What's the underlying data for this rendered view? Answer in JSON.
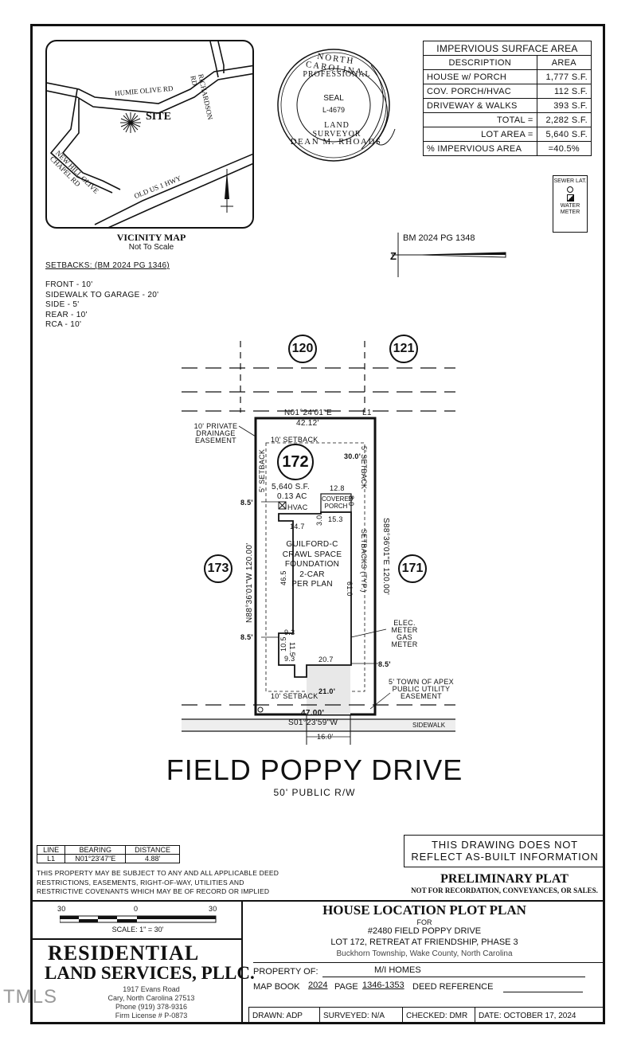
{
  "vicinity_map": {
    "roads": [
      "HUMIE OLIVE RD",
      "RICHARDSON RD",
      "NEW HILL OLIVE CHAPEL RD",
      "OLD US 1 HWY"
    ],
    "site_label": "SITE",
    "title": "VICINITY MAP",
    "subtitle": "Not To Scale"
  },
  "seal": {
    "state": "NORTH CAROLINA",
    "title": "PROFESSIONAL",
    "seal": "SEAL",
    "number": "L-4679",
    "profession": "LAND SURVEYOR",
    "name": "DEAN M. RHOADS"
  },
  "impervious": {
    "title": "IMPERVIOUS SURFACE AREA",
    "col_desc": "DESCRIPTION",
    "col_area": "AREA",
    "rows": [
      {
        "desc": "HOUSE w/ PORCH",
        "area": "1,777 S.F."
      },
      {
        "desc": "COV. PORCH/HVAC",
        "area": "112 S.F."
      },
      {
        "desc": "DRIVEWAY & WALKS",
        "area": "393 S.F."
      }
    ],
    "total_label": "TOTAL =",
    "total_value": "2,282 S.F.",
    "lot_label": "LOT AREA =",
    "lot_value": "5,640 S.F.",
    "pct_label": "% IMPERVIOUS AREA",
    "pct_value": "=40.5%"
  },
  "legend": {
    "sewer": "SEWER LAT.",
    "water": "WATER METER"
  },
  "bm_ref": "BM 2024 PG 1348",
  "setbacks": {
    "title": "SETBACKS: (BM 2024 PG 1346)",
    "items": [
      "FRONT - 10'",
      "SIDEWALK TO GARAGE - 20'",
      "SIDE - 5'",
      "REAR - 10'",
      "RCA - 10'"
    ]
  },
  "plot": {
    "lot_120": "120",
    "lot_121": "121",
    "lot_173": "173",
    "lot_171": "171",
    "lot_172": "172",
    "lot_area_sf": "5,640 S.F.",
    "lot_area_ac": "0.13 AC",
    "rear_bearing": "N01°24'01\"E",
    "rear_dist": "42.12'",
    "l1": "L1",
    "drainage": "10' PRIVATE DRAINAGE EASEMENT",
    "rear_setback": "10' SETBACK",
    "front_setback": "10' SETBACK",
    "side_setback_left": "5' SETBACK",
    "side_setback_right": "5' SETBACK",
    "setbacks_typ": "SETBACKS (TYP.)",
    "left_bearing": "N88°36'01\"W 120.00'",
    "right_bearing": "S88°36'01\"E 120.00'",
    "dim_30": "30.0'",
    "dim_85a": "8.5'",
    "dim_85b": "8.5'",
    "dim_85c": "8.5'",
    "dim_128": "12.8",
    "dim_80": "8.0",
    "dim_147": "14.7",
    "dim_30b": "3.0",
    "dim_153": "15.3",
    "dim_465": "46.5",
    "dim_610": "61.0",
    "dim_93a": "9.3",
    "dim_93b": "9.3",
    "dim_105": "10.5",
    "dim_115": "11.5",
    "dim_207": "20.7",
    "dim_210": "21.0'",
    "hvac": "HVAC",
    "covered_porch": "COVERED PORCH",
    "house": [
      "GUILFORD-C",
      "CRAWL SPACE",
      "FOUNDATION",
      "2-CAR",
      "PER PLAN"
    ],
    "elec": [
      "ELEC.",
      "METER",
      "GAS",
      "METER"
    ],
    "utility_easement": "5' TOWN OF APEX PUBLIC UTILITY EASEMENT",
    "front_dist": "47.00'",
    "front_bearing": "S01°23'59\"W",
    "sidewalk": "SIDEWALK",
    "drive_width": "16.0'"
  },
  "street": {
    "name": "FIELD POPPY DRIVE",
    "row": "50' PUBLIC R/W"
  },
  "line_table": {
    "headers": [
      "LINE",
      "BEARING",
      "DISTANCE"
    ],
    "row": [
      "L1",
      "N01°23'47\"E",
      "4.88'"
    ]
  },
  "disclaimer": "THIS PROPERTY MAY BE SUBJECT TO ANY AND ALL APPLICABLE DEED RESTRICTIONS, EASEMENTS, RIGHT-OF-WAY, UTILITIES AND RESTRICTIVE COVENANTS WHICH MAY BE OF RECORD OR IMPLIED",
  "notice": {
    "line1": "THIS DRAWING DOES NOT",
    "line2": "REFLECT AS-BUILT INFORMATION",
    "prelim": "PRELIMINARY PLAT",
    "prelim_sub": "NOT FOR RECORDATION, CONVEYANCES, OR SALES."
  },
  "scale": {
    "t0": "30",
    "t1": "0",
    "t2": "30",
    "label": "SCALE: 1\" = 30'"
  },
  "company": {
    "name1": "RESIDENTIAL",
    "name2": "LAND SERVICES, PLLC.",
    "addr1": "1917 Evans Road",
    "addr2": "Cary, North Carolina 27513",
    "phone": "Phone (919) 378-9316",
    "license": "Firm License # P-0873"
  },
  "title_block": {
    "title": "HOUSE LOCATION PLOT PLAN",
    "for": "FOR",
    "address": "#2480 FIELD POPPY DRIVE",
    "lot": "LOT 172, RETREAT AT FRIENDSHIP, PHASE 3",
    "township": "Buckhorn Township, Wake County, North Carolina",
    "property_of_label": "PROPERTY OF:",
    "property_of": "M/I HOMES",
    "map_book_label": "MAP BOOK",
    "map_book": "2024",
    "page_label": "PAGE",
    "page": "1346-1353",
    "deed_ref": "DEED REFERENCE"
  },
  "signoff": {
    "drawn": "DRAWN: ADP",
    "surveyed": "SURVEYED: N/A",
    "checked": "CHECKED: DMR",
    "date": "DATE: OCTOBER 17, 2024"
  },
  "watermark": "TMLS"
}
